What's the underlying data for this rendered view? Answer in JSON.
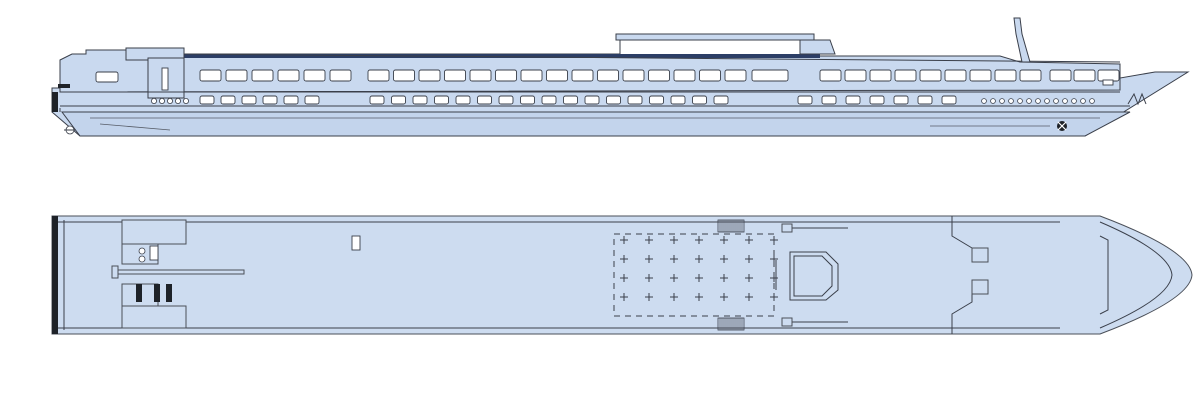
{
  "diagram": {
    "views": [
      "side-elevation",
      "sun-deck-plan"
    ],
    "colors": {
      "hull_fill": "#c9d9ef",
      "deck_fill": "#cddcf0",
      "outline": "#3a3f4a",
      "roof_band": "#2c3e66",
      "window_fill": "#ffffff",
      "dark_detail": "#1e2228"
    },
    "upper_window_count": 34,
    "lower_window_count": 30,
    "sunbed_grid": {
      "rows": 4,
      "cols": 7
    }
  }
}
